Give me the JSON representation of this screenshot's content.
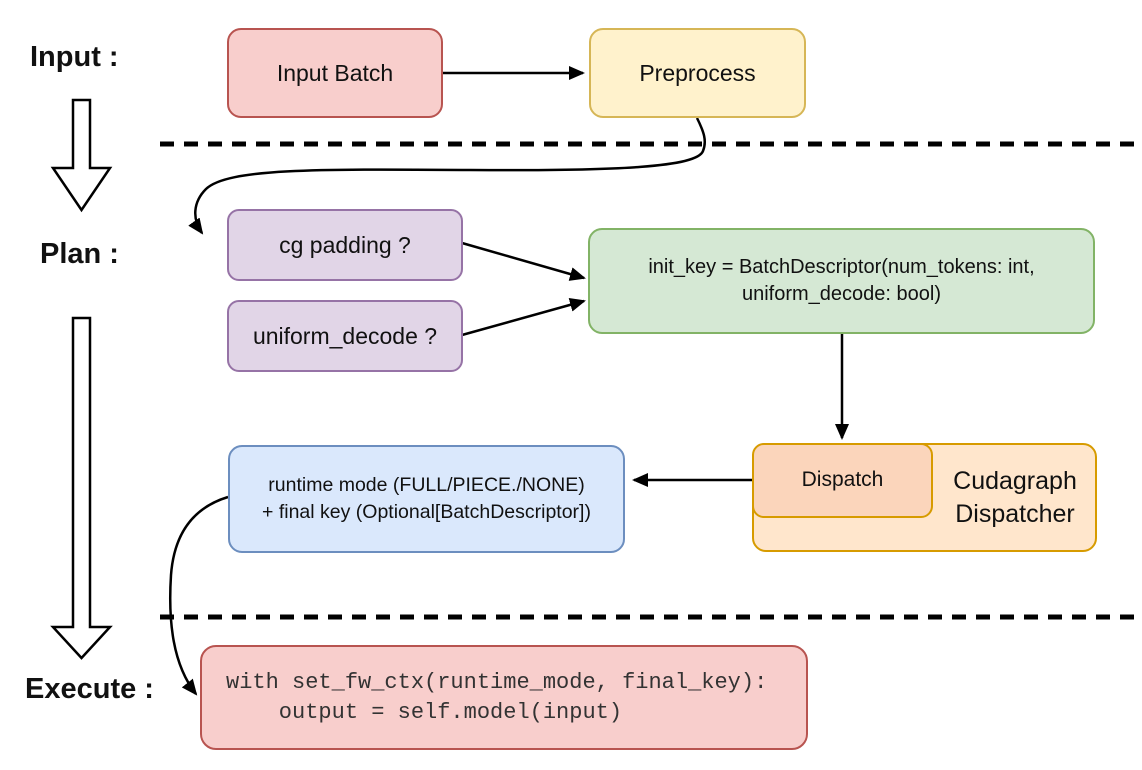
{
  "diagram": {
    "title_hint": "Cudagraph dispatch pipeline flowchart",
    "stage_labels": {
      "input": "Input :",
      "plan": "Plan :",
      "execute": "Execute :"
    },
    "nodes": {
      "input_batch": {
        "label": "Input Batch"
      },
      "preprocess": {
        "label": "Preprocess"
      },
      "cg_padding": {
        "label": "cg padding ?"
      },
      "uniform_decode": {
        "label": "uniform_decode ?"
      },
      "init_key": {
        "line1": "init_key = BatchDescriptor(num_tokens: int,",
        "line2": "uniform_decode: bool)"
      },
      "runtime_result": {
        "line1": "runtime mode (FULL/PIECE./NONE)",
        "line2": "+ final key (Optional[BatchDescriptor])"
      },
      "dispatch": {
        "label": "Dispatch"
      },
      "cudagraph_dispatcher": {
        "line1": "Cudagraph",
        "line2": "Dispatcher"
      },
      "execute_code": {
        "line1": "with set_fw_ctx(runtime_mode, final_key):",
        "line2": "    output = self.model(input)"
      }
    },
    "colors": {
      "red_fill": "#f8cecc",
      "red_stroke": "#b85450",
      "yellow_fill": "#fff2cc",
      "yellow_stroke": "#d6b656",
      "purple_fill": "#e1d5e7",
      "purple_stroke": "#9673a6",
      "green_fill": "#d5e8d4",
      "green_stroke": "#82b366",
      "blue_fill": "#dae8fc",
      "blue_stroke": "#6c8ebf",
      "orange_outer_fill": "#ffe6cc",
      "orange_inner_fill": "#fbd5bb",
      "orange_stroke": "#d79b00",
      "connector": "#000000",
      "code_text": "#333333"
    }
  }
}
